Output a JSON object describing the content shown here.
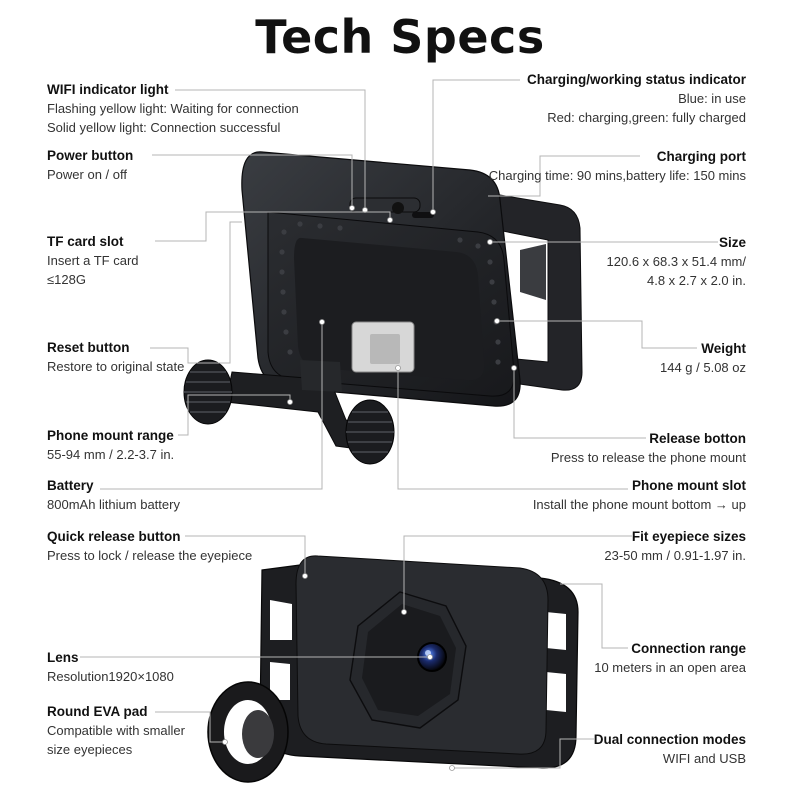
{
  "title": "Tech Specs",
  "specs_left": [
    {
      "heading": "WIFI indicator light",
      "lines": [
        "Flashing yellow light: Waiting for connection",
        "Solid yellow light: Connection successful"
      ]
    },
    {
      "heading": "Power button",
      "lines": [
        "Power on / off"
      ]
    },
    {
      "heading": "TF card slot",
      "lines": [
        "Insert a TF card",
        "≤128G"
      ]
    },
    {
      "heading": "Reset button",
      "lines": [
        "Restore to original state"
      ]
    },
    {
      "heading": "Phone mount range",
      "lines": [
        "55-94 mm / 2.2-3.7 in."
      ]
    },
    {
      "heading": "Battery",
      "lines": [
        "800mAh lithium battery"
      ]
    },
    {
      "heading": "Quick release button",
      "lines": [
        "Press to lock / release the eyepiece"
      ]
    },
    {
      "heading": "Lens",
      "lines": [
        "Resolution1920×1080"
      ]
    },
    {
      "heading": "Round EVA pad",
      "lines": [
        "Compatible with smaller",
        "size eyepieces"
      ]
    }
  ],
  "specs_right": [
    {
      "heading": "Charging/working status indicator",
      "lines": [
        "Blue: in use",
        "Red: charging,green: fully charged"
      ]
    },
    {
      "heading": "Charging port",
      "lines": [
        "Charging time: 90 mins,battery life: 150 mins"
      ]
    },
    {
      "heading": "Size",
      "lines": [
        "120.6 x 68.3 x 51.4 mm/",
        "4.8 x 2.7 x 2.0 in."
      ]
    },
    {
      "heading": "Weight",
      "lines": [
        "144 g / 5.08 oz"
      ]
    },
    {
      "heading": "Release botton",
      "lines": [
        "Press to release the phone mount"
      ]
    },
    {
      "heading": "Phone mount slot",
      "lines": [
        "Install the phone mount bottom → up"
      ]
    },
    {
      "heading": "Fit eyepiece sizes",
      "lines": [
        "23-50 mm / 0.91-1.97 in."
      ]
    },
    {
      "heading": "Connection range",
      "lines": [
        "10 meters in an open area"
      ]
    },
    {
      "heading": "Dual connection modes",
      "lines": [
        "WIFI and USB"
      ]
    }
  ]
}
